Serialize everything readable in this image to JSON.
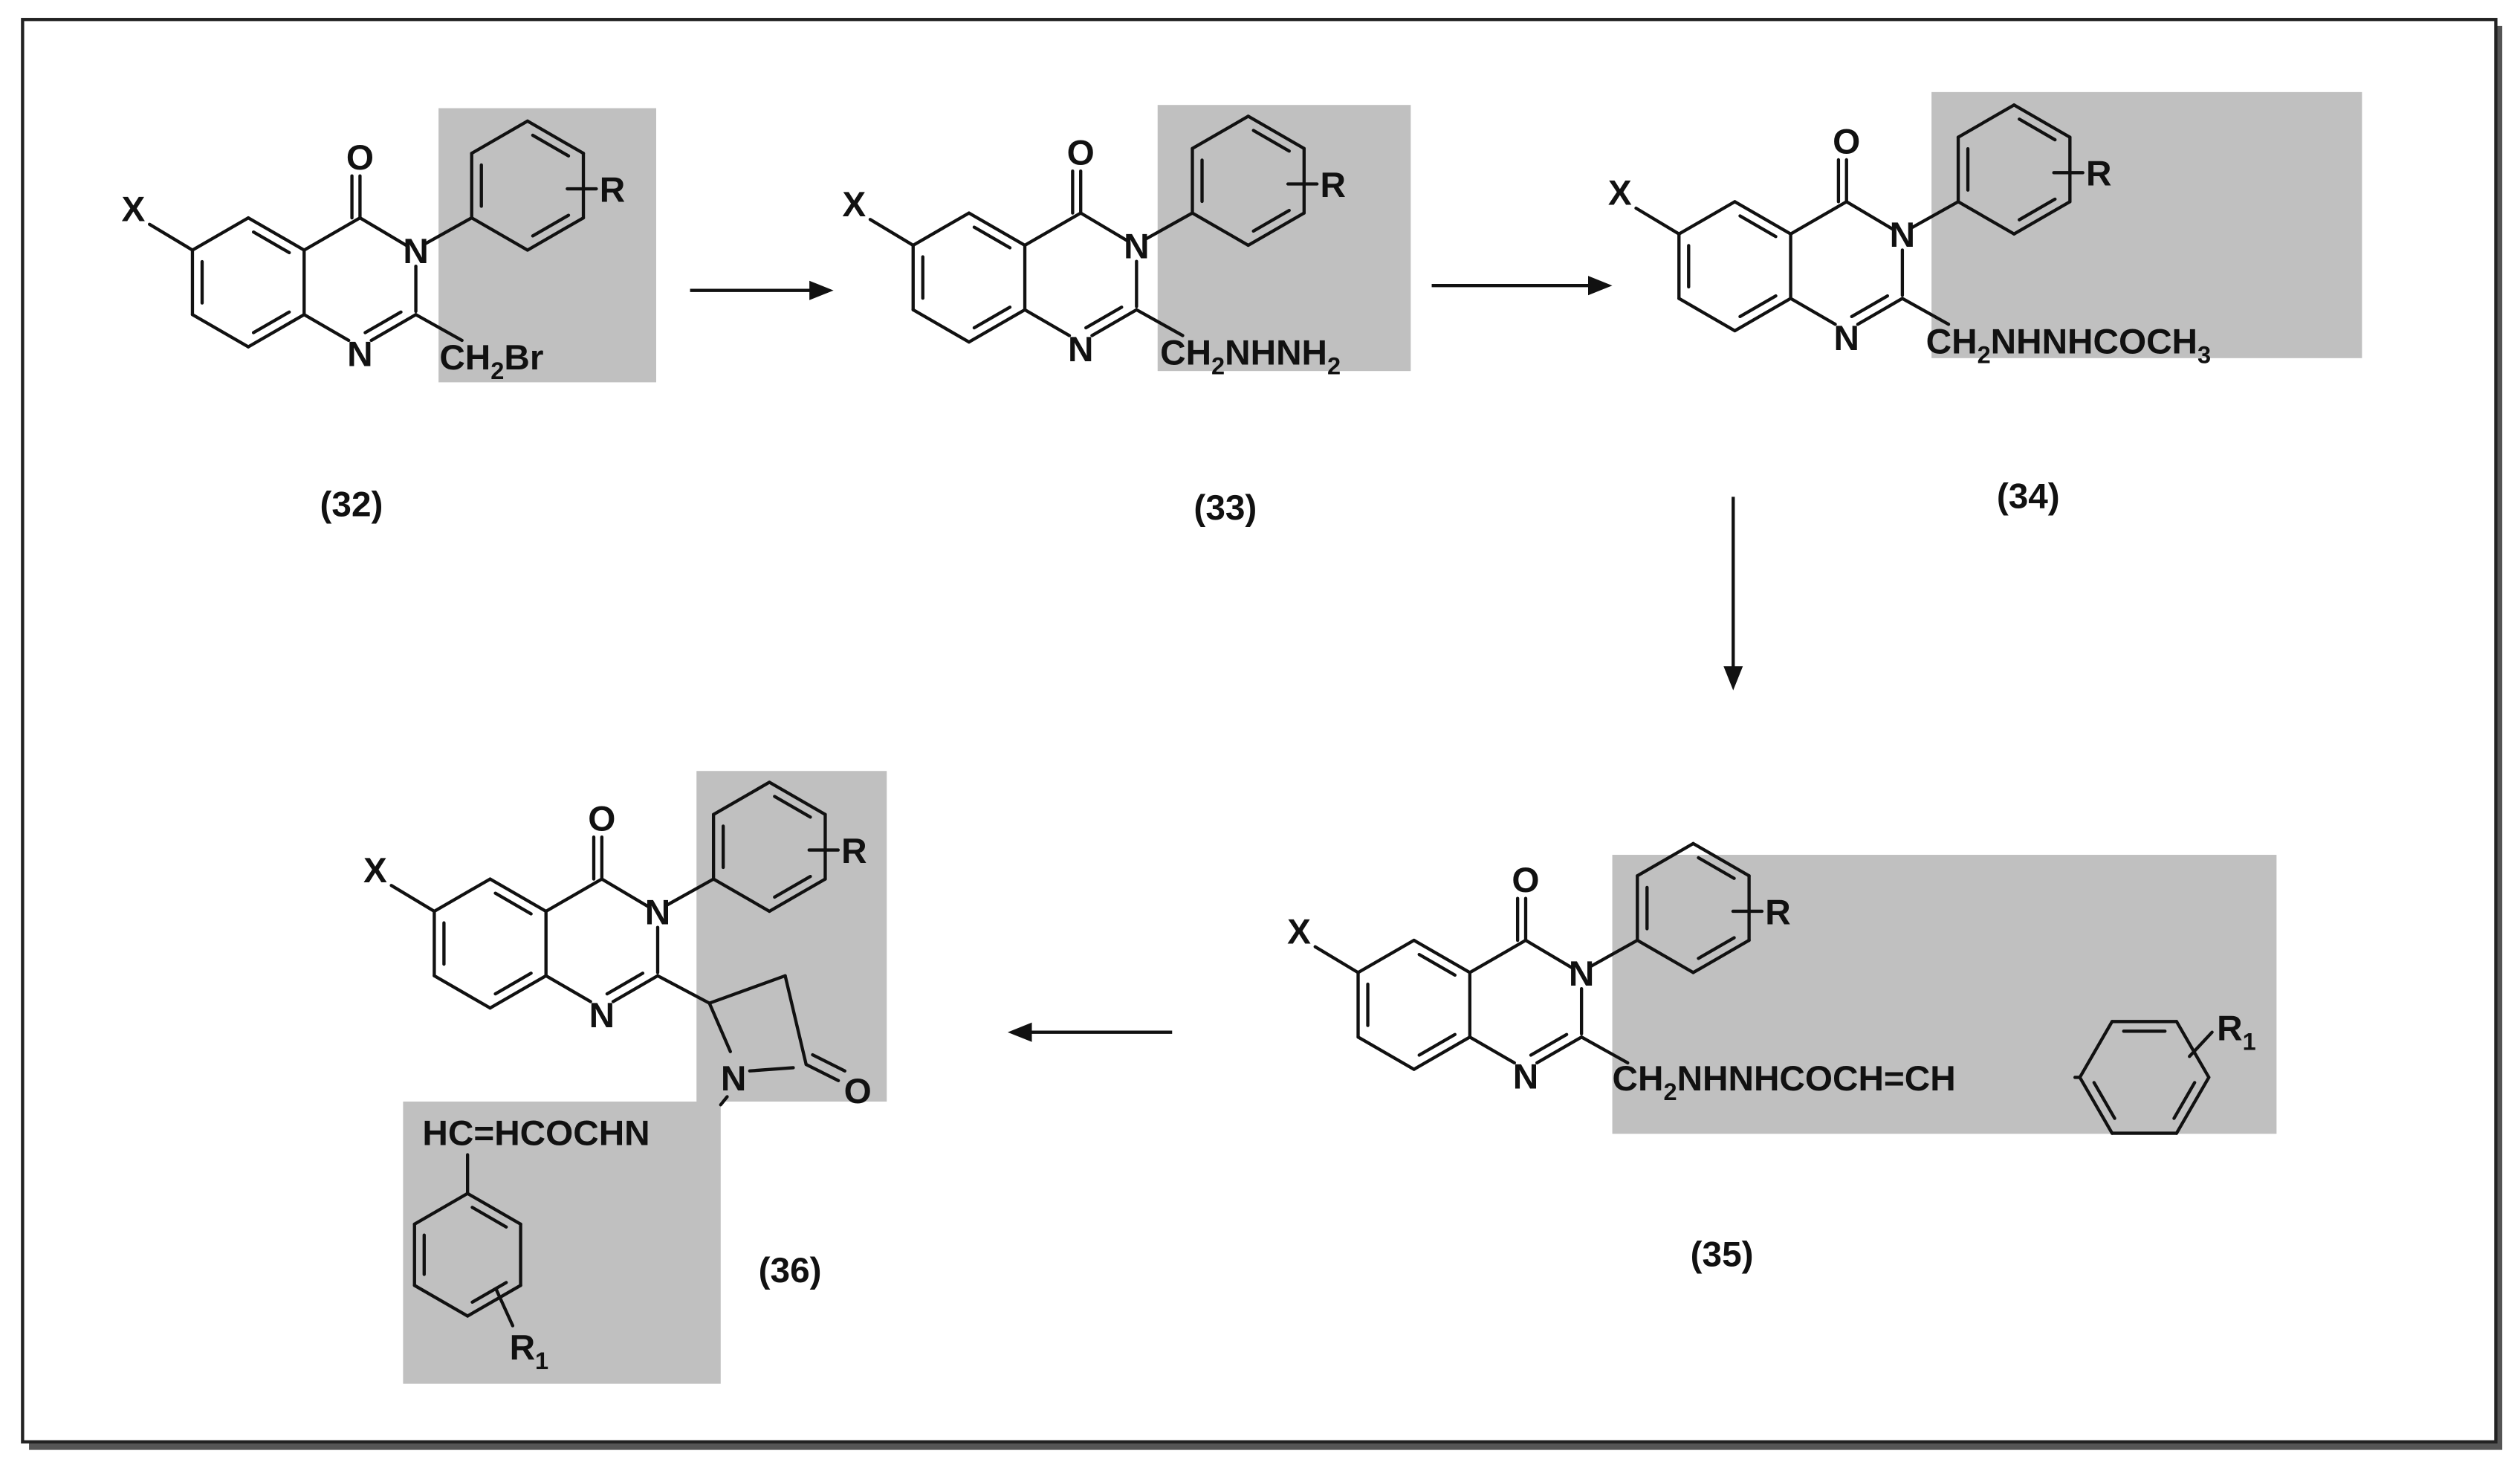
{
  "scheme": {
    "compounds": [
      {
        "id": "32",
        "label": "(32)",
        "side_chain": [
          {
            "t": "CH"
          },
          {
            "t": "2",
            "sub": true
          },
          {
            "t": "Br"
          }
        ]
      },
      {
        "id": "33",
        "label": "(33)",
        "side_chain": [
          {
            "t": "CH"
          },
          {
            "t": "2",
            "sub": true
          },
          {
            "t": "NHNH"
          },
          {
            "t": "2",
            "sub": true
          }
        ]
      },
      {
        "id": "34",
        "label": "(34)",
        "side_chain": [
          {
            "t": "CH"
          },
          {
            "t": "2",
            "sub": true
          },
          {
            "t": "NHNHCOCH"
          },
          {
            "t": "3",
            "sub": true
          }
        ]
      },
      {
        "id": "35",
        "label": "(35)",
        "side_chain": [
          {
            "t": "CH"
          },
          {
            "t": "2",
            "sub": true
          },
          {
            "t": "NHNHCOCH=CH"
          }
        ]
      },
      {
        "id": "36",
        "label": "(36)",
        "side_chain": [
          {
            "t": "HC=HCOCHN"
          }
        ]
      }
    ],
    "atoms": {
      "oxygen": "O",
      "nitrogen": "N",
      "halogen": "X",
      "substituent": "R",
      "substituent_r1": "R",
      "r1_subscript": "1"
    },
    "colors": {
      "highlight": "#c0c0c0",
      "ink": "#111111"
    }
  }
}
